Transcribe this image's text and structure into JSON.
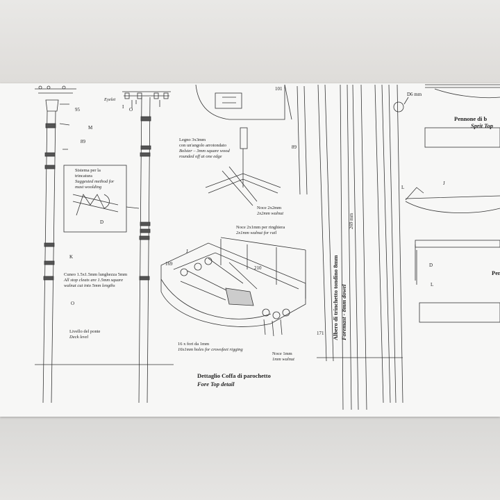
{
  "drawing": {
    "callouts": {
      "c95": "95",
      "cM": "M",
      "c89": "89",
      "cD_left": "D",
      "cK": "K",
      "cO_left": "O",
      "eyelet": "Eyelet",
      "cI_top": "I",
      "cO_top": "O",
      "c101": "101",
      "c89_mid": "89",
      "c269": "269 mm",
      "c169": "169",
      "cJ_mid": "J",
      "c210": "210",
      "c171": "171",
      "d6": "D6 mm",
      "cL": "L",
      "cJ_right": "J",
      "cD_right": "D",
      "cL_right": "L"
    },
    "notes": {
      "lashing_it": "Sistema per la",
      "lashing_it2": "trincatura",
      "lashing_en": "Suggested method for",
      "lashing_en2": "mast woolding",
      "cleats_it": "Cuneo 1.5x1.5mm lunghezza 5mm",
      "cleats_en": "All stop cleats are 1.5mm square",
      "cleats_en2": "walnut cut into 5mm lengths",
      "deck_it": "Livello del ponte",
      "deck_en": "Deck level",
      "bolster_it": "Legno 3x3mm",
      "bolster_it2": "con un'angolo arrotondato",
      "bolster_en": "Bolster – 3mm square wood",
      "bolster_en2": "rounded off at one edge",
      "walnut2_it": "Noce 2x2mm",
      "walnut2_en": "2x2mm walnut",
      "rail_it": "Noce 2x1mm per ringhiera",
      "rail_en": "2x1mm walnut for rail",
      "holes_it": "16 x fori da 1mm",
      "holes_en": "16x1mm holes for crowsfeet rigging",
      "walnut1_it": "Noce 1mm",
      "walnut1_en": "1mm walnut",
      "foretop_it": "Dettaglio Coffa di parochetto",
      "foretop_en": "Fore Top detail",
      "foremast_it": "Albero di trinchetto tondino 8mm",
      "foremast_en": "Foremast - 8mm dowel",
      "sprit_it": "Pennone di b",
      "sprit_en": "Sprit Top",
      "peno": "Pen"
    }
  }
}
